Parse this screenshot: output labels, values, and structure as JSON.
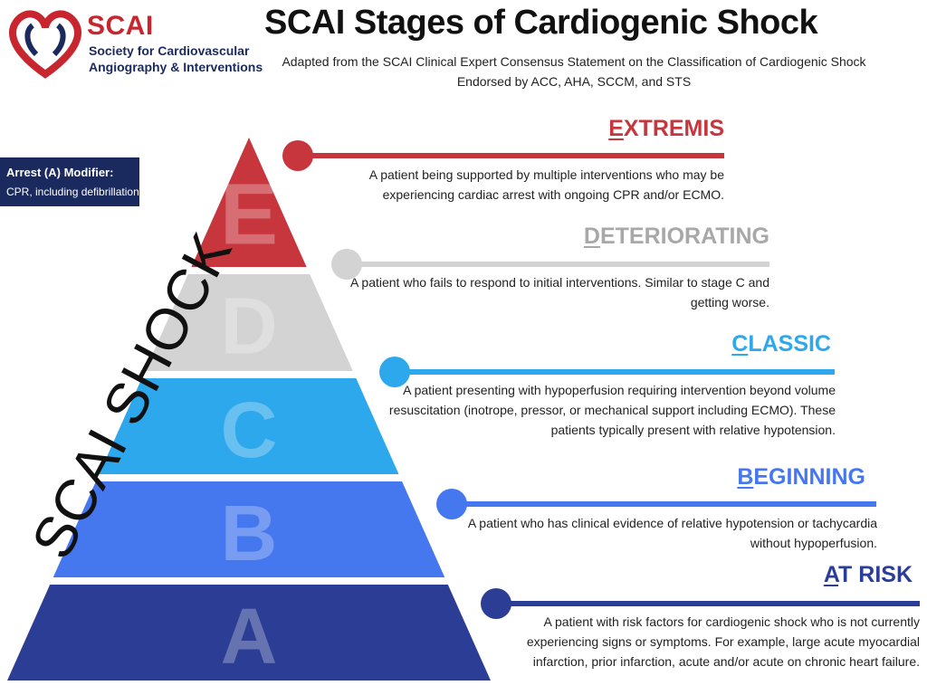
{
  "logo": {
    "name": "SCAI",
    "subtitle_line1": "Society for Cardiovascular",
    "subtitle_line2": "Angiography & Interventions"
  },
  "header": {
    "title": "SCAI Stages of Cardiogenic Shock",
    "subtitle_line1": "Adapted from the SCAI Clinical Expert Consensus Statement on the Classification of Cardiogenic Shock",
    "subtitle_line2": "Endorsed by ACC, AHA, SCCM, and STS"
  },
  "modifier": {
    "title": "Arrest (A) Modifier:",
    "text": "CPR, including defibrillation"
  },
  "overlay_text": "SCAI SHOCK",
  "stages": [
    {
      "letter": "E",
      "label_first": "E",
      "label_rest": "XTREMIS",
      "color": "#c8363d",
      "desc_lines": [
        "A patient being supported by multiple interventions who may be",
        "experiencing cardiac arrest with ongoing CPR and/or ECMO."
      ]
    },
    {
      "letter": "D",
      "label_first": "D",
      "label_rest": "ETERIORATING",
      "color": "#d3d3d3",
      "label_color": "#a8a8a8",
      "desc_lines": [
        "A patient who fails to respond to initial interventions. Similar to stage C and",
        "getting worse."
      ]
    },
    {
      "letter": "C",
      "label_first": "C",
      "label_rest": "LASSIC",
      "color": "#2ea8ec",
      "desc_lines": [
        "A patient presenting with hypoperfusion requiring intervention beyond volume",
        "resuscitation (inotrope, pressor, or mechanical support including ECMO). These",
        "patients typically present with relative hypotension."
      ]
    },
    {
      "letter": "B",
      "label_first": "B",
      "label_rest": "EGINNING",
      "color": "#4577ee",
      "desc_lines": [
        "A patient who has clinical evidence of relative hypotension or tachycardia",
        "without hypoperfusion."
      ]
    },
    {
      "letter": "A",
      "label_first": "A",
      "label_rest": "T RISK",
      "color": "#2b3d94",
      "desc_lines": [
        "A patient with risk factors for cardiogenic shock who is not currently",
        "experiencing signs or symptoms. For example, large acute myocardial",
        "infarction, prior infarction, acute and/or acute on chronic heart failure."
      ]
    }
  ]
}
